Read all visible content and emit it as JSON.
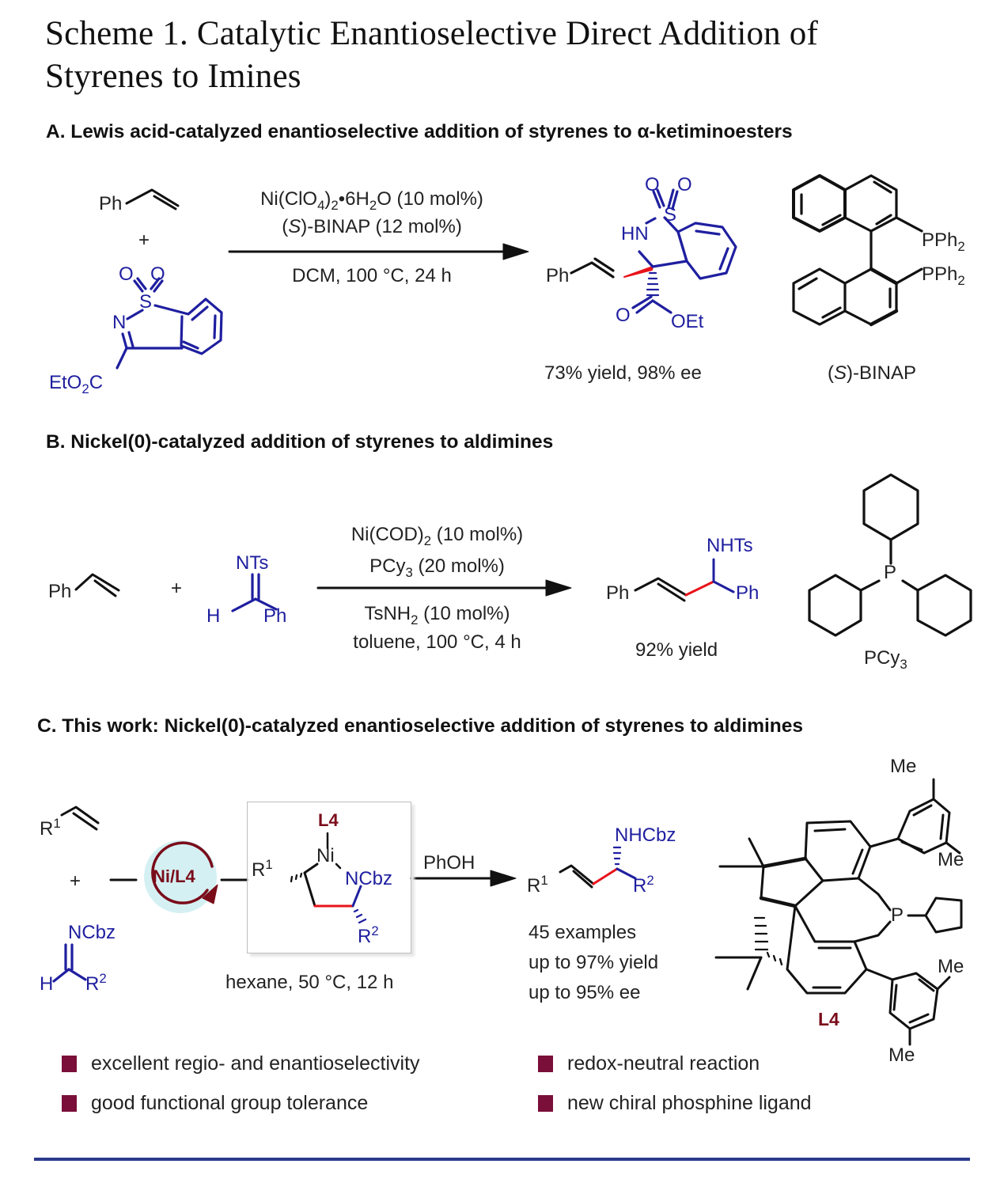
{
  "title_line1": "Scheme 1. Catalytic Enantioselective Direct Addition of",
  "title_line2": "Styrenes to Imines",
  "colors": {
    "substrate_blue": "#1f1fa0",
    "new_bond_red": "#e8141b",
    "ligand_darkred": "#7a0c1a",
    "bullet": "#7a0f3a",
    "rule": "#2b3a8c",
    "catalyst_bg": "#d4f0f3"
  },
  "sectionA": {
    "heading": "A. Lewis acid-catalyzed enantioselective addition of styrenes to α-ketiminoesters",
    "reactant1": "Ph",
    "plus": "+",
    "reactant2_labels": {
      "o1": "O",
      "o2": "O",
      "s": "S",
      "n": "N",
      "ester": "EtO",
      "ester_sub": "2",
      "ester_c": "C"
    },
    "conditions_above_1": {
      "a": "Ni(ClO",
      "sub1": "4",
      "b": ")",
      "sub2": "2",
      "c": "•6H",
      "sub3": "2",
      "d": "O (10 mol%)"
    },
    "conditions_above_2": {
      "paren_open": "(",
      "italic": "S",
      "rest": ")-BINAP (12 mol%)"
    },
    "conditions_below": "DCM, 100 °C, 24 h",
    "product_labels": {
      "ph": "Ph",
      "hn": "HN",
      "s": "S",
      "o1": "O",
      "o2": "O",
      "o_carbonyl": "O",
      "oet": "OEt"
    },
    "product_result": "73% yield, 98% ee",
    "ligand_labels": {
      "pph2_top": "PPh",
      "pph2_bottom": "PPh",
      "sub": "2"
    },
    "ligand_name": {
      "paren_open": "(",
      "italic": "S",
      "rest": ")-BINAP"
    }
  },
  "sectionB": {
    "heading": "B. Nickel(0)-catalyzed addition of styrenes to aldimines",
    "reactant1": "Ph",
    "plus": "+",
    "imine_labels": {
      "nts": "NTs",
      "h": "H",
      "ph": "Ph"
    },
    "conditions_above_1": {
      "a": "Ni(COD)",
      "sub": "2",
      "b": " (10 mol%)"
    },
    "conditions_above_2": {
      "a": "PCy",
      "sub": "3",
      "b": " (20 mol%)"
    },
    "conditions_below_1": {
      "a": "TsNH",
      "sub": "2",
      "b": " (10 mol%)"
    },
    "conditions_below_2": "toluene, 100 °C, 4 h",
    "product_labels": {
      "ph_left": "Ph",
      "nhts": "NHTs",
      "ph_right": "Ph"
    },
    "product_result": "92% yield",
    "ligand_p": "P",
    "ligand_name": {
      "a": "PCy",
      "sub": "3"
    }
  },
  "sectionC": {
    "heading": "C. This work: Nickel(0)-catalyzed enantioselective addition of styrenes to aldimines",
    "reactant1": {
      "r": "R",
      "sup": "1"
    },
    "plus": "+",
    "imine_labels": {
      "ncbz": "NCbz",
      "h": "H",
      "r": "R",
      "sup": "2"
    },
    "catalyst": "Ni/L4",
    "intermediate_labels": {
      "l4": "L4",
      "ni": "Ni",
      "r1": "R",
      "r1_sup": "1",
      "ncbz": "NCbz",
      "r2": "R",
      "r2_sup": "2"
    },
    "intermediate_conditions": "hexane, 50 °C, 12 h",
    "reagent": "PhOH",
    "product_labels": {
      "r1": "R",
      "r1_sup": "1",
      "nhcbz": "NHCbz",
      "r2": "R",
      "r2_sup": "2"
    },
    "results": [
      "45 examples",
      "up to 97% yield",
      "up to 95% ee"
    ],
    "ligand_labels": {
      "me_top": "Me",
      "me_right_top": "Me",
      "me_right_bottom": "Me",
      "me_bottom": "Me",
      "p": "P"
    },
    "ligand_name": "L4"
  },
  "features": [
    "excellent regio- and enantioselectivity",
    "redox-neutral reaction",
    "good functional group tolerance",
    "new chiral phosphine ligand"
  ]
}
